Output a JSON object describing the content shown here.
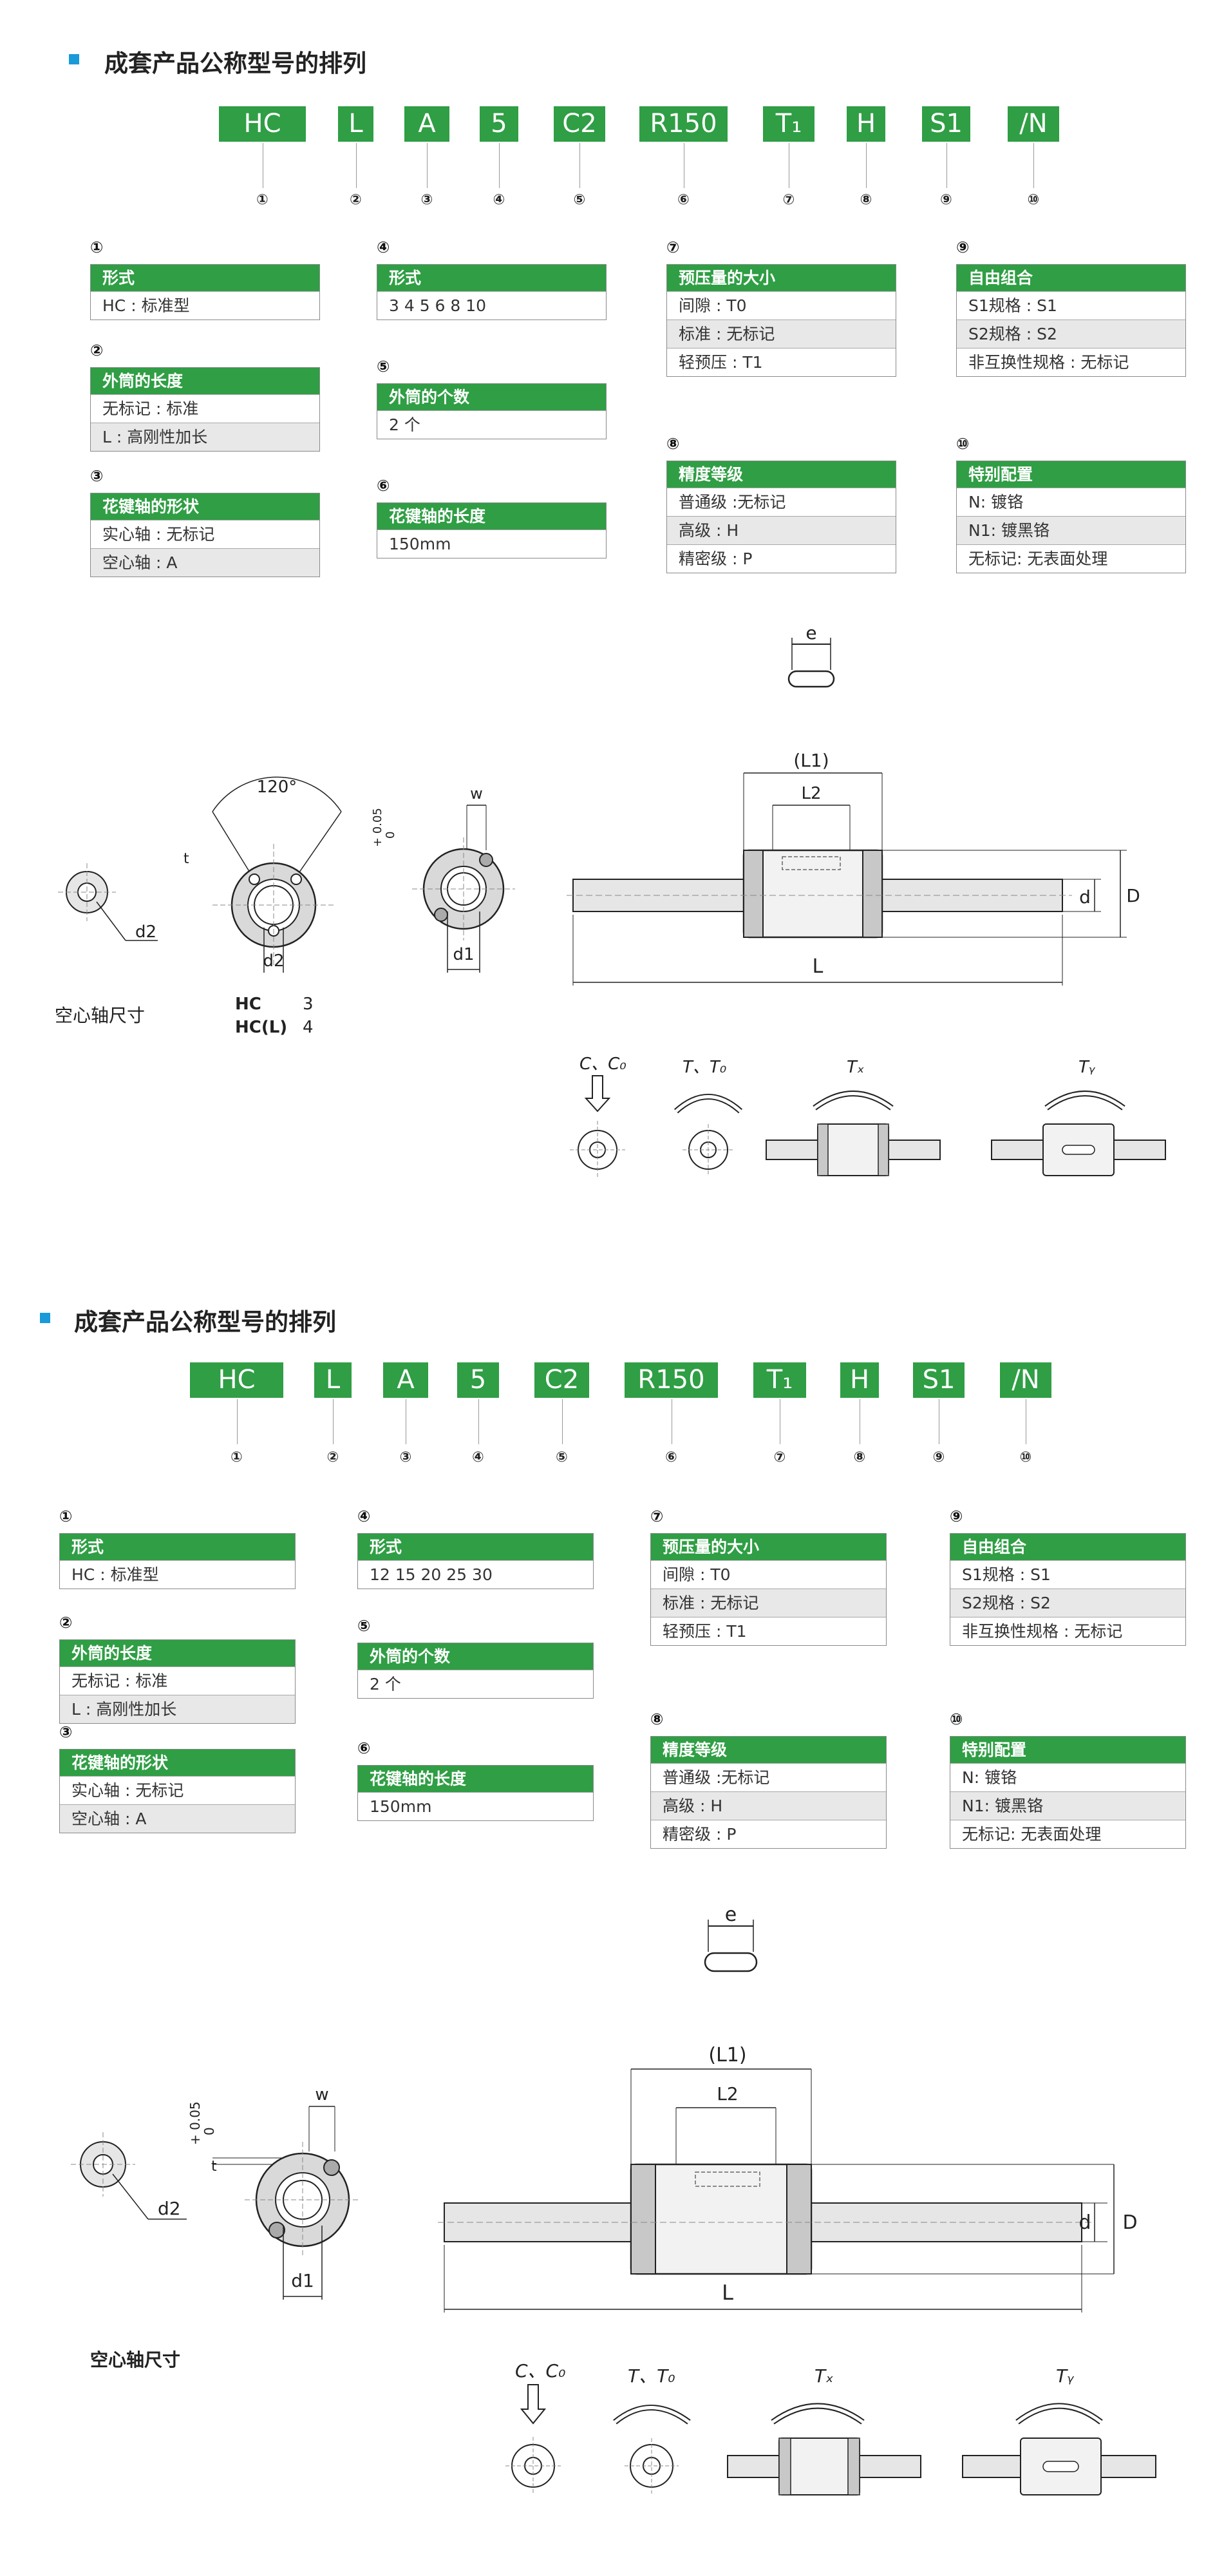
{
  "title": "成套产品公称型号的排列",
  "codes": [
    {
      "text": "HC",
      "num": "①"
    },
    {
      "text": "L",
      "num": "②"
    },
    {
      "text": "A",
      "num": "③"
    },
    {
      "text": "5",
      "num": "④"
    },
    {
      "text": "C2",
      "num": "⑤"
    },
    {
      "text": "R150",
      "num": "⑥"
    },
    {
      "text": "T₁",
      "num": "⑦"
    },
    {
      "text": "H",
      "num": "⑧"
    },
    {
      "text": "S1",
      "num": "⑨"
    },
    {
      "text": "/N",
      "num": "⑩"
    }
  ],
  "groups1": [
    {
      "num": "①",
      "head": "形式",
      "rows": [
        "HC : 标准型"
      ]
    },
    {
      "num": "②",
      "head": "外筒的长度",
      "rows": [
        "无标记 : 标准",
        "L : 高刚性加长"
      ]
    },
    {
      "num": "③",
      "head": "花键轴的形状",
      "rows": [
        "实心轴 : 无标记",
        "空心轴 : A"
      ]
    },
    {
      "num": "④",
      "head": "形式",
      "rows": [
        "3   4   5   6   8   10"
      ]
    },
    {
      "num": "⑤",
      "head": "外筒的个数",
      "rows": [
        "2 个"
      ]
    },
    {
      "num": "⑥",
      "head": "花键轴的长度",
      "rows": [
        "150mm"
      ]
    },
    {
      "num": "⑦",
      "head": "预压量的大小",
      "rows": [
        "间隙 : T0",
        "标准 : 无标记",
        "轻预压 : T1"
      ]
    },
    {
      "num": "⑧",
      "head": "精度等级",
      "rows": [
        "普通级 :无标记",
        "高级 : H",
        "精密级 : P"
      ]
    },
    {
      "num": "⑨",
      "head": "自由组合",
      "rows": [
        "S1规格 : S1",
        "S2规格 : S2",
        "非互换性规格 : 无标记"
      ]
    },
    {
      "num": "⑩",
      "head": "特别配置",
      "rows": [
        "N:  镀铬",
        "N1:  镀黑铬",
        "无标记:  无表面处理"
      ]
    }
  ],
  "groups2": [
    {
      "num": "①",
      "head": "形式",
      "rows": [
        "HC : 标准型"
      ]
    },
    {
      "num": "②",
      "head": "外筒的长度",
      "rows": [
        "无标记 : 标准",
        "L : 高刚性加长"
      ]
    },
    {
      "num": "③",
      "head": "花键轴的形状",
      "rows": [
        "实心轴 : 无标记",
        "空心轴 : A"
      ]
    },
    {
      "num": "④",
      "head": "形式",
      "rows": [
        "12   15   20   25   30"
      ]
    },
    {
      "num": "⑤",
      "head": "外筒的个数",
      "rows": [
        "2 个"
      ]
    },
    {
      "num": "⑥",
      "head": "花键轴的长度",
      "rows": [
        "150mm"
      ]
    },
    {
      "num": "⑦",
      "head": "预压量的大小",
      "rows": [
        "间隙 : T0",
        "标准 : 无标记",
        "轻预压 : T1"
      ]
    },
    {
      "num": "⑧",
      "head": "精度等级",
      "rows": [
        "普通级 :无标记",
        "高级 : H",
        "精密级 : P"
      ]
    },
    {
      "num": "⑨",
      "head": "自由组合",
      "rows": [
        "S1规格 : S1",
        "S2规格 : S2",
        "非互换性规格 : 无标记"
      ]
    },
    {
      "num": "⑩",
      "head": "特别配置",
      "rows": [
        "N:  镀铬",
        "N1:  镀黑铬",
        "无标记:  无表面处理"
      ]
    }
  ],
  "drawing_labels": {
    "e": "e",
    "L1": "(L1)",
    "L2": "L2",
    "L": "L",
    "d": "d",
    "D": "D",
    "d1": "d1",
    "d2": "d2",
    "w": "w",
    "t": "t",
    "angle": "120°",
    "tol_plus": "+ 0.05",
    "tol_zero": "0",
    "hc": "HC",
    "hc_val": "3",
    "hcl": "HC(L)",
    "hcl_val": "4",
    "hollow_caption": "空心轴尺寸",
    "load_c": "C、C₀",
    "load_t": "T、T₀",
    "load_tx": "Tₓ",
    "load_ty": "Tᵧ"
  },
  "colors": {
    "accent_green": "#2f9e44",
    "title_square": "#1a9ad8"
  }
}
